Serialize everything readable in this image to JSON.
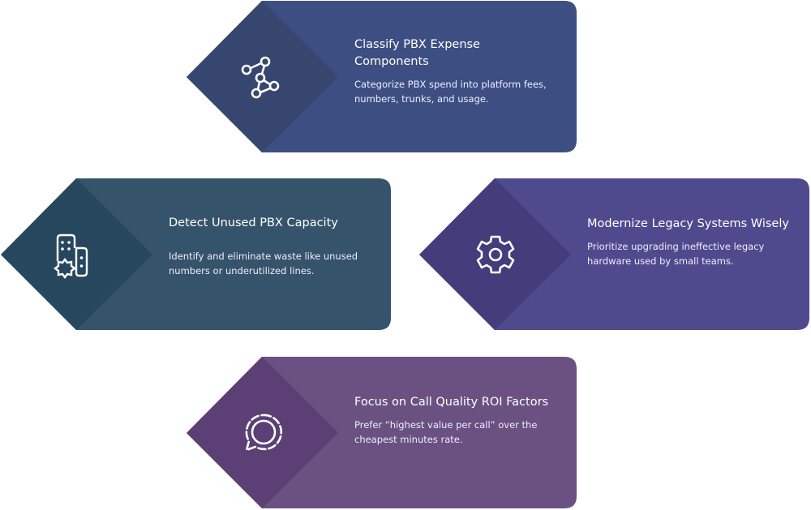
{
  "steps": [
    {
      "title": "Classify PBX Expense Components",
      "description": "Categorize PBX spend into platform fees, numbers, trunks, and usage.",
      "icon": "network-nodes-icon",
      "color": "#3d4f82",
      "diamond_color": "#36466f"
    },
    {
      "title": "Detect Unused PBX Capacity",
      "description": "Identify and eliminate waste like unused numbers or underutilized lines.",
      "icon": "buildings-gear-icon",
      "color": "#35536b",
      "diamond_color": "#27475f"
    },
    {
      "title": "Modernize Legacy Systems Wisely",
      "description": "Prioritize upgrading ineffective legacy hardware used by small teams.",
      "icon": "gear-icon",
      "color": "#4f4a8d",
      "diamond_color": "#433d7c"
    },
    {
      "title": "Focus on Call Quality ROI Factors",
      "description": "Prefer “highest value per call” over the cheapest minutes rate.",
      "icon": "chat-bubble-dashed-icon",
      "color": "#6a5182",
      "diamond_color": "#5c3f75"
    }
  ]
}
